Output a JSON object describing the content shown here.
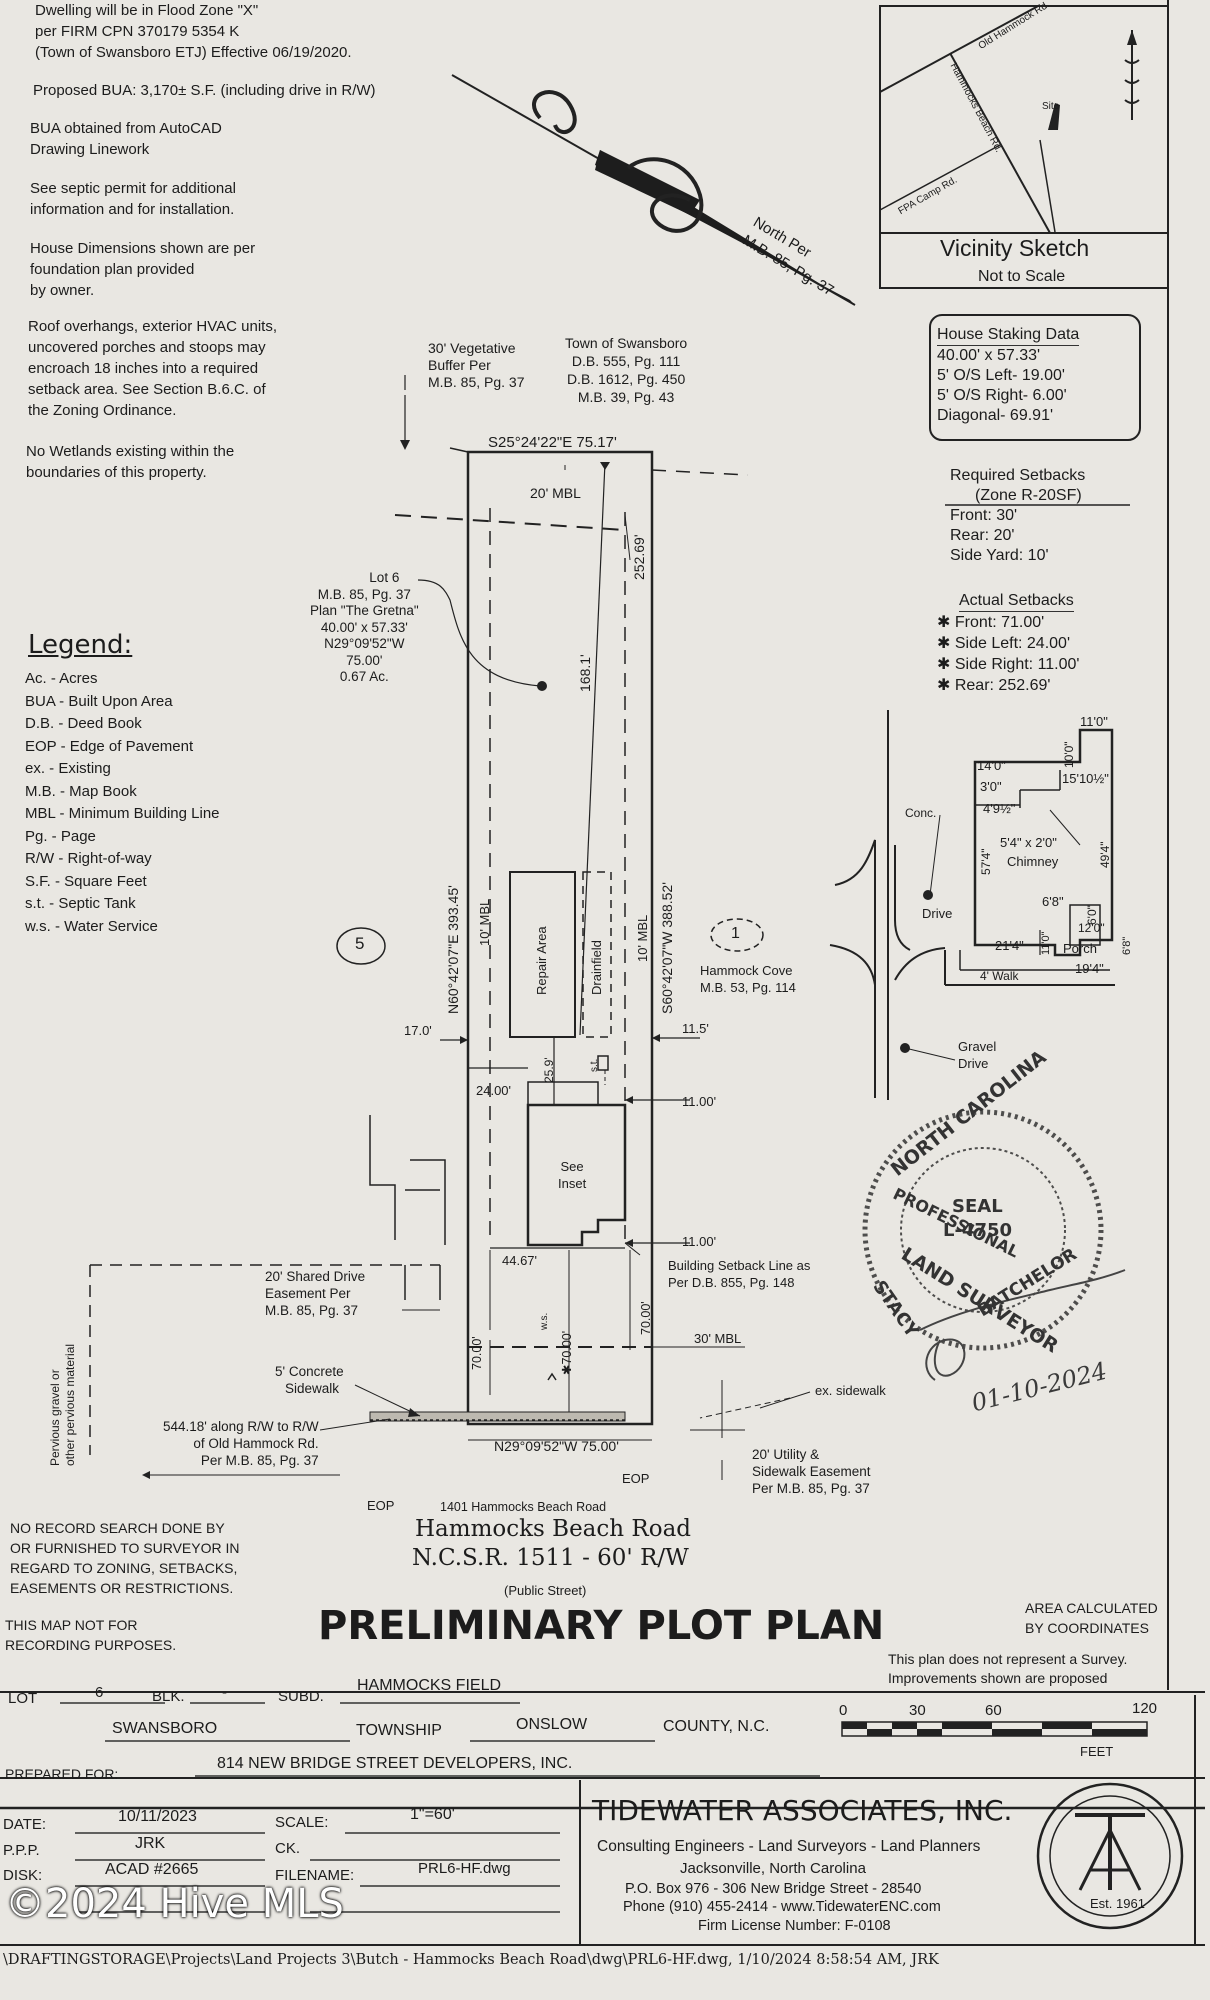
{
  "notes": {
    "flood": [
      "Dwelling will be in Flood Zone \"X\"",
      "per FIRM CPN 370179 5354 K",
      "(Town of Swansboro ETJ) Effective 06/19/2020."
    ],
    "bua": "Proposed BUA: 3,170± S.F. (including drive in R/W)",
    "autocad": [
      "BUA obtained from AutoCAD",
      "Drawing Linework"
    ],
    "septic": [
      "See septic permit for additional",
      "information and for installation."
    ],
    "house_dims": [
      "House Dimensions shown are per",
      "foundation plan provided",
      "by owner."
    ],
    "roof": [
      "Roof overhangs, exterior HVAC units,",
      "uncovered porches and stoops may",
      "encroach 18 inches into a required",
      "setback area. See Section B.6.C. of",
      "the Zoning Ordinance."
    ],
    "wetlands": [
      "No Wetlands existing within the",
      "boundaries of this property."
    ]
  },
  "north_arrow": [
    "North Per",
    "M.B. 85, Pg. 37"
  ],
  "vicinity": {
    "title": "Vicinity Sketch",
    "subtitle": "Not to Scale",
    "roads": [
      "Old Hammock Rd.",
      "Hammocks Beach Rd.",
      "FPA Camp Rd."
    ],
    "site": "Site"
  },
  "staking": {
    "title": "House Staking Data",
    "lines": [
      "40.00' x 57.33'",
      "5' O/S Left- 19.00'",
      "5' O/S Right- 6.00'",
      "Diagonal- 69.91'"
    ]
  },
  "required_setbacks": {
    "title": "Required Setbacks",
    "zone": "(Zone R-20SF)",
    "lines": [
      "Front: 30'",
      "Rear: 20'",
      "Side Yard: 10'"
    ]
  },
  "actual_setbacks": {
    "title": "Actual Setbacks",
    "lines": [
      "✱ Front: 71.00'",
      "✱ Side Left: 24.00'",
      "✱ Side Right: 11.00'",
      "✱ Rear: 252.69'"
    ]
  },
  "legend": {
    "title": "Legend:",
    "items": [
      "Ac. - Acres",
      "BUA - Built Upon Area",
      "D.B. - Deed Book",
      "EOP - Edge of Pavement",
      "ex. - Existing",
      "M.B. - Map Book",
      "MBL - Minimum Building Line",
      "Pg. - Page",
      "R/W - Right-of-way",
      "S.F. - Square Feet",
      "s.t. - Septic Tank",
      "w.s. - Water Service"
    ]
  },
  "plan": {
    "buffer": [
      "30' Vegetative",
      "Buffer Per",
      "M.B. 85, Pg. 37"
    ],
    "town": [
      "Town of Swansboro",
      "D.B. 555, Pg. 111",
      "D.B. 1612, Pg. 450",
      "M.B. 39, Pg. 43"
    ],
    "top_bearing": "S25°24'22\"E 75.17'",
    "rear_mbl": "20' MBL",
    "rear_dim": "252.69'",
    "diag_dim": "168.1'",
    "lot": [
      "Lot 6",
      "M.B. 85, Pg. 37",
      "Plan \"The Gretna\"",
      "40.00' x 57.33'",
      "N29°09'52\"W",
      "75.00'",
      "0.67 Ac."
    ],
    "left_bearing": "N60°42'07\"E 393.45'",
    "right_bearing": "S60°42'07\"W 388.52'",
    "side_mbl": "10' MBL",
    "repair": "Repair Area",
    "drainfield": "Drainfield",
    "lot5": "5",
    "lot1": "1",
    "cove": [
      "Hammock Cove",
      "M.B. 53, Pg. 114"
    ],
    "d17": "17.0'",
    "d115": "11.5'",
    "d259": "25.9'",
    "st": "s.t.",
    "d24": "24.00'",
    "d11a": "11.00'",
    "d11b": "11.00'",
    "see_inset": [
      "See",
      "Inset"
    ],
    "d4467": "44.67'",
    "setback_line": [
      "Building Setback Line as",
      "Per D.B. 855, Pg. 148"
    ],
    "shared_drive": [
      "20' Shared Drive",
      "Easement Per",
      "M.B. 85, Pg. 37"
    ],
    "ws": "w.s.",
    "d70a": "70.00'",
    "d70b": "✱70.00'",
    "d70c": "70.00'",
    "front_mbl": "30' MBL",
    "sidewalk": [
      "5' Concrete",
      "Sidewalk"
    ],
    "ex_sidewalk": "ex. sidewalk",
    "pervious": [
      "Pervious gravel or",
      "other pervious material"
    ],
    "along": [
      "544.18' along R/W to R/W",
      "of Old Hammock Rd.",
      "Per M.B. 85, Pg. 37"
    ],
    "front_bearing": "N29°09'52\"W 75.00'",
    "utility": [
      "20' Utility &",
      "Sidewalk Easement",
      "Per M.B. 85, Pg. 37"
    ],
    "eop": "EOP",
    "eop2": "EOP",
    "address": "1401 Hammocks Beach Road",
    "road1": "Hammocks Beach Road",
    "road2": "N.C.S.R. 1511 - 60' R/W",
    "public": "(Public Street)"
  },
  "inset": {
    "d11": "11'0\"",
    "d14": "14'0\"",
    "d10": "10'0\"",
    "d3": "3'0\"",
    "d15": "15'10½\"",
    "d4": "4'9½\"",
    "d574": "57'4\"",
    "d494": "49'4\"",
    "chimney1": "5'4\" x 2'0\"",
    "chimney2": "Chimney",
    "conc": "Conc.",
    "drive": "Drive",
    "d68": "6'8\"",
    "d60": "6'0\"",
    "d12": "12'0\"",
    "d21": "21'4\"",
    "d110": "11'0\"",
    "porch": "Porch",
    "d68b": "6'8\"",
    "walk": "4' Walk",
    "d194": "19'4\"",
    "gravel": [
      "Gravel",
      "Drive"
    ]
  },
  "seal": {
    "top": "NORTH CAROLINA",
    "professional": "PROFESSIONAL",
    "seal": "SEAL",
    "number": "L-4750",
    "land": "LAND SURVEYOR",
    "stacy": "STACY",
    "batchelor": "BATCHELOR",
    "date_sig": "01-10-2024"
  },
  "disclaimers": {
    "no_record": [
      "NO RECORD SEARCH DONE BY",
      "OR FURNISHED TO SURVEYOR IN",
      "REGARD TO ZONING, SETBACKS,",
      "EASEMENTS OR RESTRICTIONS."
    ],
    "not_for": [
      "THIS MAP NOT FOR",
      "RECORDING PURPOSES."
    ],
    "area": [
      "AREA CALCULATED",
      "BY COORDINATES"
    ],
    "not_survey": [
      "This plan does not represent a Survey.",
      "Improvements shown are proposed"
    ]
  },
  "title": "PRELIMINARY PLOT PLAN",
  "fields": {
    "lot_label": "LOT",
    "lot": "6",
    "blk_label": "BLK.",
    "blk": "-",
    "subd_label": "SUBD.",
    "subd": "HAMMOCKS FIELD",
    "township": "SWANSBORO",
    "township_label": "TOWNSHIP",
    "county": "ONSLOW",
    "county_label": "COUNTY, N.C.",
    "prepared_label": "PREPARED FOR:",
    "prepared": "814 NEW BRIDGE STREET DEVELOPERS, INC.",
    "date_label": "DATE:",
    "date": "10/11/2023",
    "scale_label": "SCALE:",
    "scale": "1\"=60'",
    "ppp_label": "P.P.P.",
    "ppp": "JRK",
    "ck_label": "CK.",
    "disk_label": "DISK:",
    "disk": "ACAD #2665",
    "filename_label": "FILENAME:",
    "filename": "PRL6-HF.dwg"
  },
  "scale_bar": {
    "ticks": [
      "0",
      "30",
      "60",
      "120"
    ],
    "unit": "FEET"
  },
  "company": {
    "name": "TIDEWATER ASSOCIATES, INC.",
    "services": "Consulting Engineers - Land Surveyors - Land Planners",
    "city": "Jacksonville, North Carolina",
    "address": "P.O. Box 976 - 306 New Bridge Street - 28540",
    "phone": "Phone (910) 455-2414 - www.TidewaterENC.com",
    "license": "Firm License Number: F-0108",
    "est": "Est. 1961"
  },
  "watermark": "©2024 Hive MLS",
  "path": "\\DRAFTINGSTORAGE\\Projects\\Land Projects 3\\Butch - Hammocks Beach Road\\dwg\\PRL6-HF.dwg, 1/10/2024 8:58:54 AM, JRK"
}
